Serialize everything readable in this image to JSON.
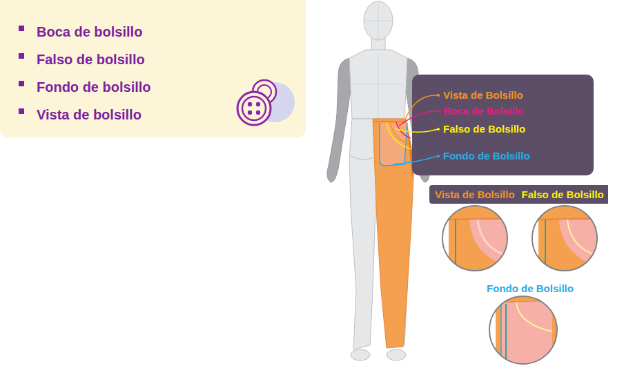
{
  "diagram": {
    "nodes": [
      {
        "text": [
          "Boca de bolsillo",
          "Falso de bolsillo",
          "Fondo de bolsillo",
          "Vista de bolsillo"
        ]
      },
      {
        "text": [
          "Vista de Bolsillo",
          "Boca de Bolsillo",
          "Falso de Bolsillo",
          "Fondo de Bolsillo"
        ]
      },
      {
        "text": [
          "Vista de Bolsillo",
          "Falso de Bolsillo"
        ]
      }
    ],
    "labels": [
      "Fondo de Bolsillo"
    ]
  }
}
